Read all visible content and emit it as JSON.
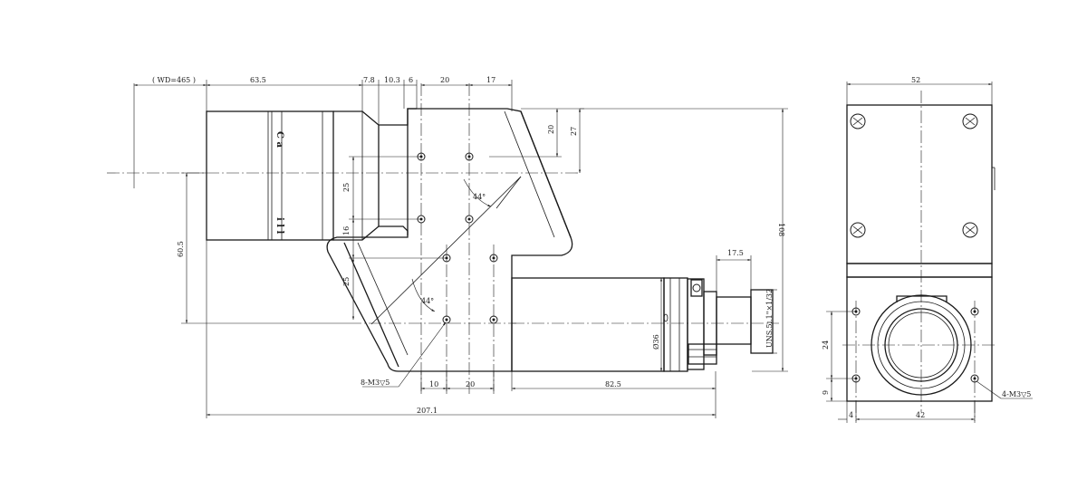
{
  "dimensions": {
    "wd": "( WD=465 )",
    "d63_5": "63.5",
    "d7_8": "7.8",
    "d10_3": "10.3",
    "d6": "6",
    "d20_top": "20",
    "d17_top": "17",
    "d20_right": "20",
    "d27": "27",
    "d25_upper": "25",
    "d16": "16",
    "d25_lower": "25",
    "d60_5": "60.5",
    "d44_upper": "44°",
    "d44_lower": "44°",
    "d108": "108",
    "d17_5": "17.5",
    "thread": "UNS.5ɪ.1\"×1/32",
    "dia36": "Ø36",
    "d10_bottom": "10",
    "d20_bottom": "20",
    "d82_5": "82.5",
    "d207_1": "207.1",
    "holes_left": "8-M3▽5",
    "d52": "52",
    "d24": "24",
    "d9": "9",
    "d4": "4",
    "d42": "42",
    "holes_right": "4-M3▽5"
  },
  "lens_marking": {
    "upper": "C a",
    "lower": "i l l"
  }
}
